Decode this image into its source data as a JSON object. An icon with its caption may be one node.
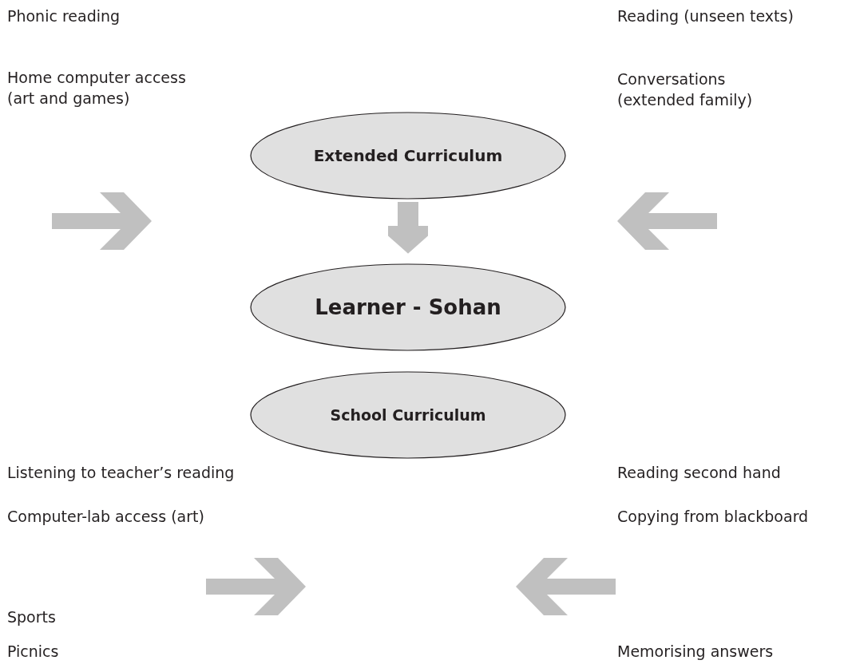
{
  "diagram": {
    "nodes": [
      {
        "text": [
          "Extended Curriculum"
        ]
      },
      {
        "text": [
          "Learner - Sohan"
        ]
      },
      {
        "text": [
          "School Curriculum"
        ]
      }
    ],
    "edges": [
      {
        "from": 0,
        "to": 1,
        "arrow": "to"
      }
    ],
    "labels": [
      "Phonic reading",
      "Reading (unseen texts)",
      "Home computer access (art and games)",
      "Conversations (extended family)",
      "Listening to teacher’s reading",
      "Reading second hand",
      "Computer-lab access (art)",
      "Copying from blackboard",
      "Sports",
      "Picnics",
      "Memorising answers"
    ]
  }
}
